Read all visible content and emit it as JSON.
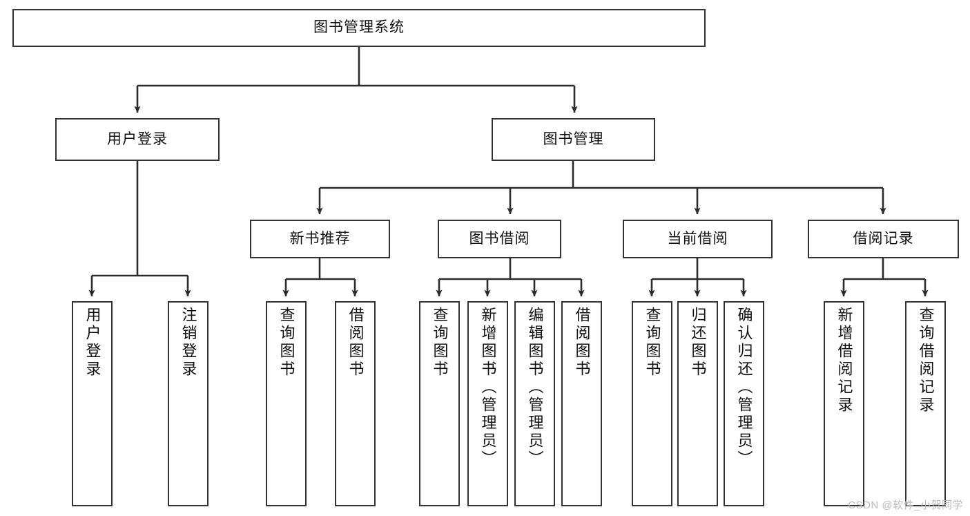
{
  "diagram": {
    "type": "tree",
    "title": "图书管理系统",
    "root": {
      "label": "图书管理系统"
    },
    "level2": [
      {
        "label": "用户登录"
      },
      {
        "label": "图书管理"
      }
    ],
    "level3": [
      {
        "label": "新书推荐"
      },
      {
        "label": "图书借阅"
      },
      {
        "label": "当前借阅"
      },
      {
        "label": "借阅记录"
      }
    ],
    "leaves": {
      "user_login": [
        {
          "label": "用户登录"
        },
        {
          "label": "注销登录"
        }
      ],
      "new_book_recommend": [
        {
          "label": "查询图书"
        },
        {
          "label": "借阅图书"
        }
      ],
      "book_borrow": [
        {
          "label": "查询图书"
        },
        {
          "label": "新增图书（管理员）"
        },
        {
          "label": "编辑图书（管理员）"
        },
        {
          "label": "借阅图书"
        }
      ],
      "current_borrow": [
        {
          "label": "查询图书"
        },
        {
          "label": "归还图书"
        },
        {
          "label": "确认归还（管理员）"
        }
      ],
      "borrow_records": [
        {
          "label": "新增借阅记录"
        },
        {
          "label": "查询借阅记录"
        }
      ]
    }
  },
  "watermark": {
    "text": "CSDN @软件_小贺同学"
  },
  "colors": {
    "box_border": "#333333",
    "box_fill": "#ffffff",
    "line": "#2b2b2b",
    "text": "#111111",
    "watermark": "#b9b9b9"
  }
}
